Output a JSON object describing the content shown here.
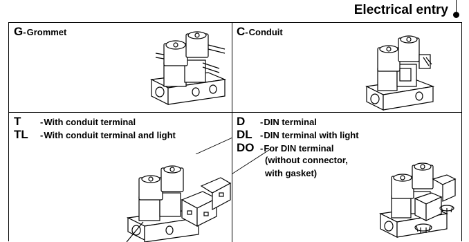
{
  "heading": {
    "title": "Electrical entry"
  },
  "cells": {
    "grommet": {
      "code": "G",
      "sep": "-",
      "label": "Grommet"
    },
    "conduit": {
      "code": "C",
      "sep": "-",
      "label": "Conduit"
    },
    "terminal": [
      {
        "code": "T",
        "sep": "-",
        "label": "With conduit terminal"
      },
      {
        "code": "TL",
        "sep": "-",
        "label": "With conduit terminal and light"
      }
    ],
    "din": {
      "items": [
        {
          "code": "D",
          "sep": "-",
          "label": "DIN terminal"
        },
        {
          "code": "DL",
          "sep": "-",
          "label": "DIN terminal with light"
        },
        {
          "code": "DO",
          "sep": "-",
          "label": "For DIN terminal"
        }
      ],
      "note_line1": "(without connector,",
      "note_line2": "with gasket)"
    }
  }
}
